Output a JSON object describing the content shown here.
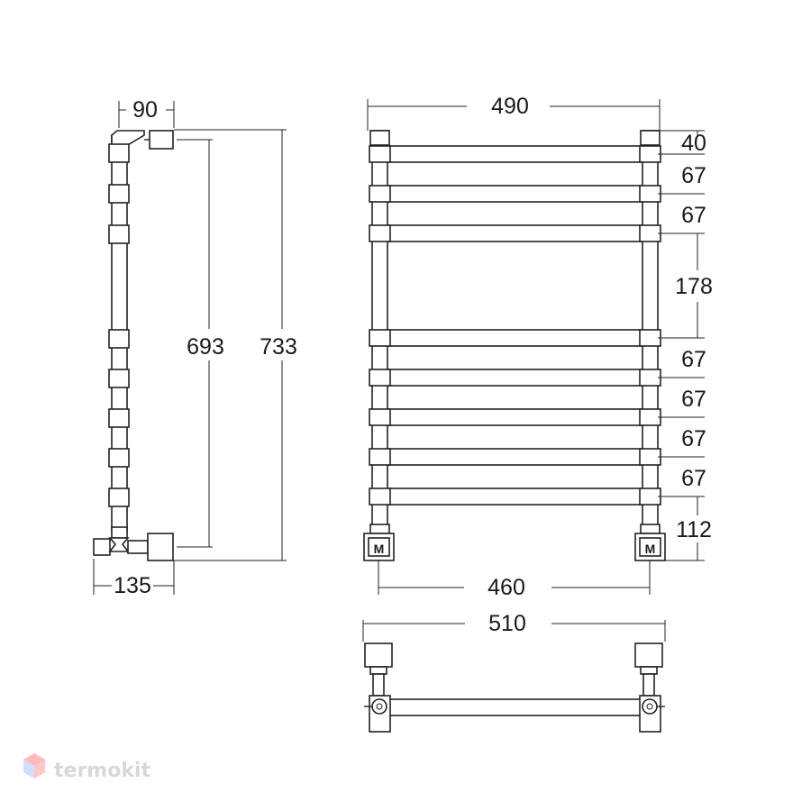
{
  "side_view": {
    "dims": {
      "top_width": "90",
      "inner_height": "693",
      "total_height": "733",
      "bottom_width": "135"
    }
  },
  "front_view": {
    "dims": {
      "width_top": "490",
      "width_bottom": "460",
      "spacings": [
        "40",
        "67",
        "67",
        "178",
        "67",
        "67",
        "67",
        "67",
        "112"
      ]
    },
    "valve_symbol": "M"
  },
  "top_view": {
    "dims": {
      "width": "510"
    }
  },
  "watermark": {
    "brand": "termokit",
    "colors": [
      "#ff6b6b",
      "#7aa7ff"
    ]
  }
}
